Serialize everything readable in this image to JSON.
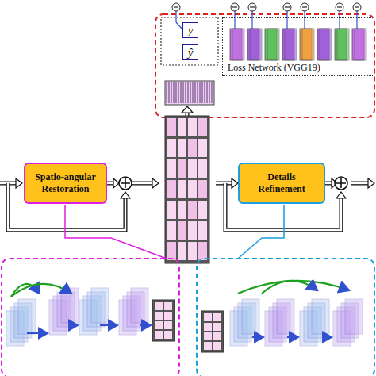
{
  "diagram": {
    "nodes": [
      {
        "text": [
          "Spatio-angular Restoration"
        ]
      },
      {
        "text": [
          "Details Refinement"
        ]
      },
      {
        "text": [
          "y"
        ]
      },
      {
        "text": [
          "ŷ"
        ]
      },
      {
        "text": [
          "Loss Network (VGG19)"
        ]
      }
    ]
  }
}
